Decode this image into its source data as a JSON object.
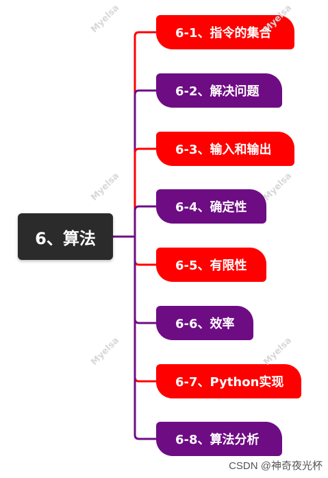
{
  "root": {
    "label": "6、算法",
    "color": "#2b2b2b"
  },
  "children": [
    {
      "label": "6-1、指令的集合",
      "color": "#ff0000"
    },
    {
      "label": "6-2、解决问题",
      "color": "#6e0c84"
    },
    {
      "label": "6-3、输入和输出",
      "color": "#ff0000"
    },
    {
      "label": "6-4、确定性",
      "color": "#6e0c84"
    },
    {
      "label": "6-5、有限性",
      "color": "#ff0000"
    },
    {
      "label": "6-6、效率",
      "color": "#6e0c84"
    },
    {
      "label": "6-7、Python实现",
      "color": "#ff0000"
    },
    {
      "label": "6-8、算法分析",
      "color": "#6e0c84"
    }
  ],
  "watermark_text": "Myelsa",
  "footer": "CSDN @神奇夜光杯"
}
